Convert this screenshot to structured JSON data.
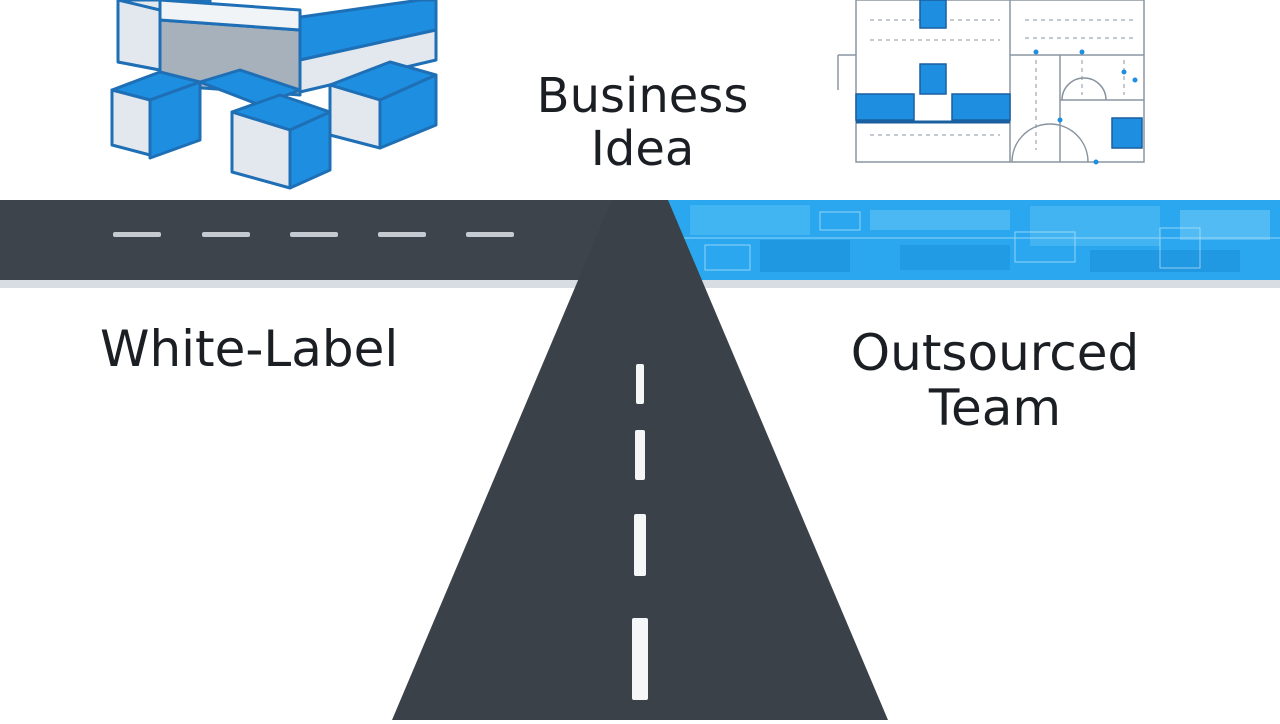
{
  "labels": {
    "top": "Business\nIdea",
    "left": "White-Label",
    "right": "Outsourced\nTeam"
  },
  "colors": {
    "road": "#3a4148",
    "road_dark": "#2f353b",
    "lane_mark": "#f4f6f8",
    "accent_blue": "#1e8fe0",
    "light_blue": "#3fb1f2",
    "cube_face": "#e3e8ee",
    "text": "#1b1f24"
  },
  "icons": {
    "left": "isometric-blocks-icon",
    "right": "floor-plan-icon"
  }
}
